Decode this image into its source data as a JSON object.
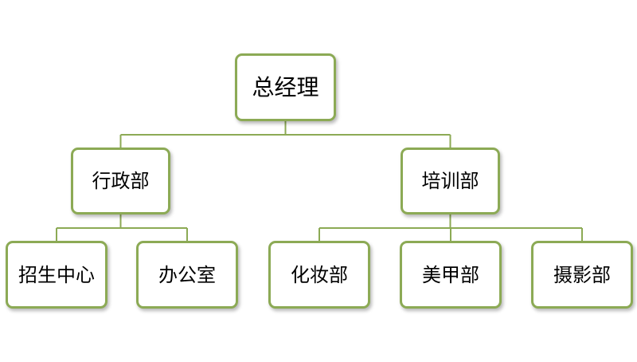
{
  "colors": {
    "border": "#8caa55",
    "connector": "#8caa55",
    "background": "#ffffff",
    "text": "#000000"
  },
  "org_chart": {
    "root": {
      "label": "总经理"
    },
    "departments": [
      {
        "label": "行政部",
        "children": [
          {
            "label": "招生中心"
          },
          {
            "label": "办公室"
          }
        ]
      },
      {
        "label": "培训部",
        "children": [
          {
            "label": "化妆部"
          },
          {
            "label": "美甲部"
          },
          {
            "label": "摄影部"
          }
        ]
      }
    ]
  }
}
